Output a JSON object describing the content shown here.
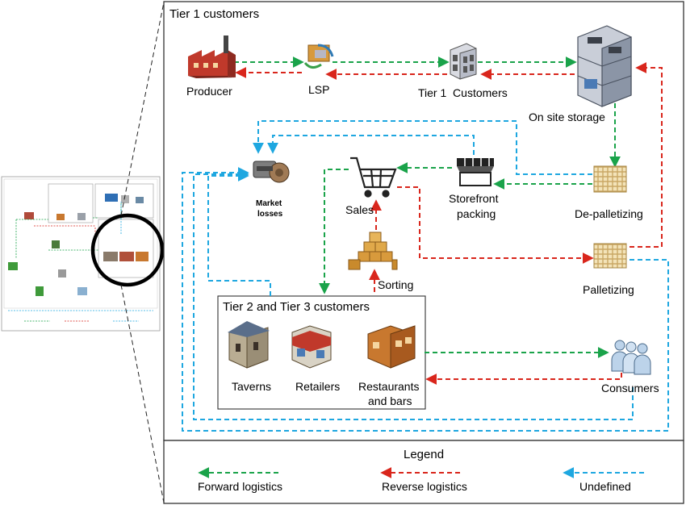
{
  "tier1": {
    "title": "Tier 1 customers",
    "producer": "Producer",
    "lsp": "LSP",
    "tier1_customers": "Tier 1  Customers",
    "on_site_storage": "On site storage",
    "market_losses_line1": "Market",
    "market_losses_line2": "losses",
    "sales": "Sales",
    "storefront_line1": "Storefront",
    "storefront_line2": "packing",
    "depalletizing": "De-palletizing",
    "sorting": "Sorting",
    "palletizing": "Palletizing",
    "consumers": "Consumers"
  },
  "tier23": {
    "title": "Tier 2 and Tier 3 customers",
    "taverns": "Taverns",
    "retailers": "Retailers",
    "restaurants_line1": "Restaurants",
    "restaurants_line2": "and bars"
  },
  "legend": {
    "title": "Legend",
    "forward": "Forward logistics",
    "reverse": "Reverse logistics",
    "undefined": "Undefined"
  },
  "colors": {
    "forward": "#1aa34a",
    "reverse": "#d9261c",
    "undefined": "#1ea7e0"
  }
}
